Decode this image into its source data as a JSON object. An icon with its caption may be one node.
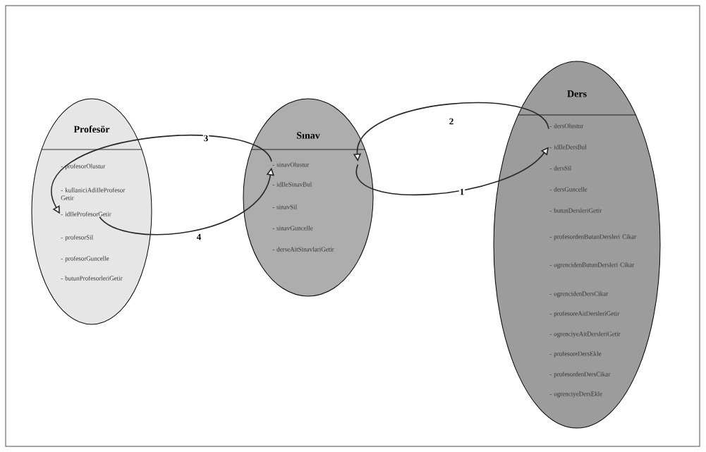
{
  "diagram": {
    "nodes": [
      {
        "text": [
          "Profesör"
        ]
      },
      {
        "text": [
          "- profesorOlustur"
        ],
        "in": 0
      },
      {
        "text": [
          "- kullaniciAdiIleProfesor Getir"
        ],
        "in": 0
      },
      {
        "text": [
          "- idIleProfesorGetir"
        ],
        "in": 0
      },
      {
        "text": [
          "- profesorSil"
        ],
        "in": 0
      },
      {
        "text": [
          "- profesorGuncelle"
        ],
        "in": 0
      },
      {
        "text": [
          "- butunProfesorleriGetir"
        ],
        "in": 0
      },
      {
        "text": [
          "Sınav"
        ]
      },
      {
        "text": [
          "- sinavOlustur"
        ],
        "in": 7
      },
      {
        "text": [
          "- idIleSinavBul"
        ],
        "in": 7
      },
      {
        "text": [
          "- sinavSil"
        ],
        "in": 7
      },
      {
        "text": [
          "- sinavGuncelle"
        ],
        "in": 7
      },
      {
        "text": [
          "- derseAitSinavlariGetir"
        ],
        "in": 7
      },
      {
        "text": [
          "Ders"
        ]
      },
      {
        "text": [
          "- dersOlustur"
        ],
        "in": 13
      },
      {
        "text": [
          "- idIleDersBul"
        ],
        "in": 13
      },
      {
        "text": [
          "- dersSil"
        ],
        "in": 13
      },
      {
        "text": [
          "- dersGuncelle"
        ],
        "in": 13
      },
      {
        "text": [
          "- butunDersleriGetir"
        ],
        "in": 13
      },
      {
        "text": [
          "- profesordenButunDersleri Cikar"
        ],
        "in": 13
      },
      {
        "text": [
          "- ogrencidenButunDersleri Cikar"
        ],
        "in": 13
      },
      {
        "text": [
          "- ogrencidenDersCikar"
        ],
        "in": 13
      },
      {
        "text": [
          "- profesoreAitDersleriGetir"
        ],
        "in": 13
      },
      {
        "text": [
          "- ogrenciyeAitDersleriGetir"
        ],
        "in": 13
      },
      {
        "text": [
          "- profesoreDersEkle"
        ],
        "in": 13
      },
      {
        "text": [
          "- profesordenDersCikar"
        ],
        "in": 13
      },
      {
        "text": [
          "- ogrenciyeDersEkle"
        ],
        "in": 13
      }
    ],
    "edges": [
      {
        "from": 8,
        "to": 15,
        "arrow": "to",
        "label": "1"
      },
      {
        "from": 14,
        "to": 8,
        "arrow": "to",
        "label": "2"
      },
      {
        "from": 8,
        "to": 3,
        "arrow": "to",
        "label": "3"
      },
      {
        "from": 3,
        "to": 8,
        "arrow": "to",
        "label": "4"
      }
    ]
  }
}
